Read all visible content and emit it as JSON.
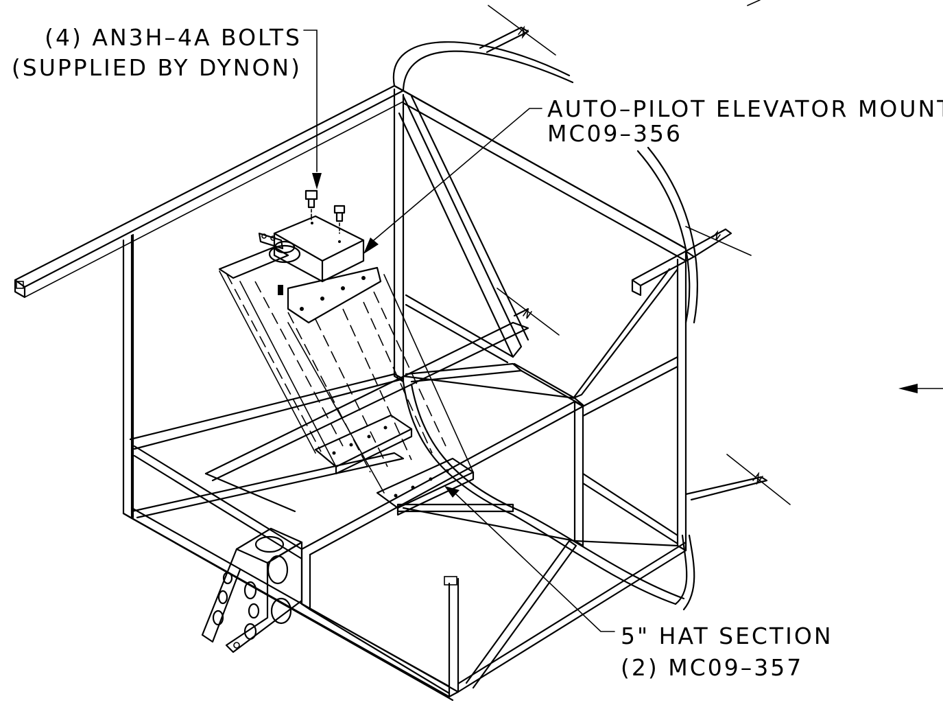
{
  "drawing": {
    "callouts": {
      "bolts_line1": "(4) AN3H–4A BOLTS",
      "bolts_line2": "(SUPPLIED BY DYNON)",
      "mount_line1": "AUTO–PILOT ELEVATOR MOUNT",
      "mount_line2": "MC09–356",
      "hat_line1": "5\" HAT SECTION",
      "hat_line2": "(2) MC09–357"
    },
    "colors": {
      "ink": "#000000",
      "paper": "#ffffff"
    }
  }
}
